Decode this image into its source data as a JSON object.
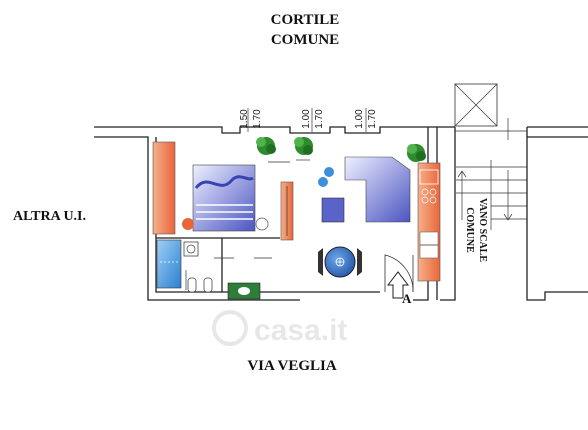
{
  "labels": {
    "courtyard_line1": "CORTILE",
    "courtyard_line2": "COMUNE",
    "neighbor_unit": "ALTRA U.I.",
    "street": "VIA VEGLIA",
    "stair_line1": "VANO SCALE",
    "stair_line2": "COMUNE",
    "entrance_marker": "A"
  },
  "window_dimensions": [
    {
      "width": "1.50",
      "height": "1.70"
    },
    {
      "width": "1.00",
      "height": "1.70"
    },
    {
      "width": "1.00",
      "height": "1.70"
    }
  ],
  "watermark": "casa.it",
  "colors": {
    "wall": "#222222",
    "kitchen_counter": "#f08a5a",
    "bathroom_blue": "#3d8fd8",
    "furniture_blue": "#5a63c8",
    "plant_green": "#2e8b2e"
  }
}
